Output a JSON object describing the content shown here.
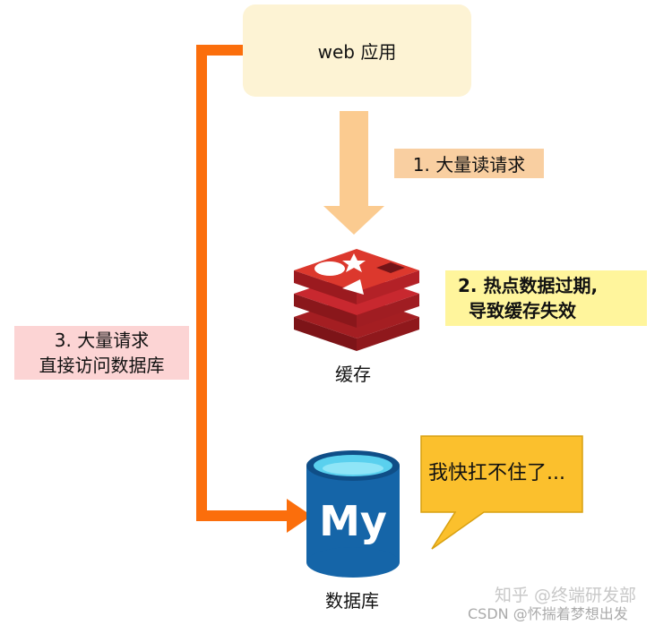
{
  "nodes": {
    "web_app": "web 应用",
    "cache": "缓存",
    "database": "数据库"
  },
  "labels": {
    "step1": "1. 大量读请求",
    "step2_line1": "2. 热点数据过期,",
    "step2_line2": "导致缓存失效",
    "step3_line1": "3. 大量请求",
    "step3_line2": "直接访问数据库"
  },
  "speech_bubble": "我快扛不住了...",
  "database_logo_text": "My",
  "watermark": {
    "zhihu": "知乎 @终端研发部",
    "csdn": "CSDN @怀揣着梦想出发"
  },
  "colors": {
    "web_box": "#fdf3d4",
    "down_arrow": "#fbcb90",
    "redis_red": "#c8282f",
    "mysql_blue": "#1565a8",
    "orange_path": "#fb6e0c",
    "bubble": "#fbc02d"
  },
  "icons": [
    "redis-logo-icon",
    "mysql-database-icon"
  ]
}
